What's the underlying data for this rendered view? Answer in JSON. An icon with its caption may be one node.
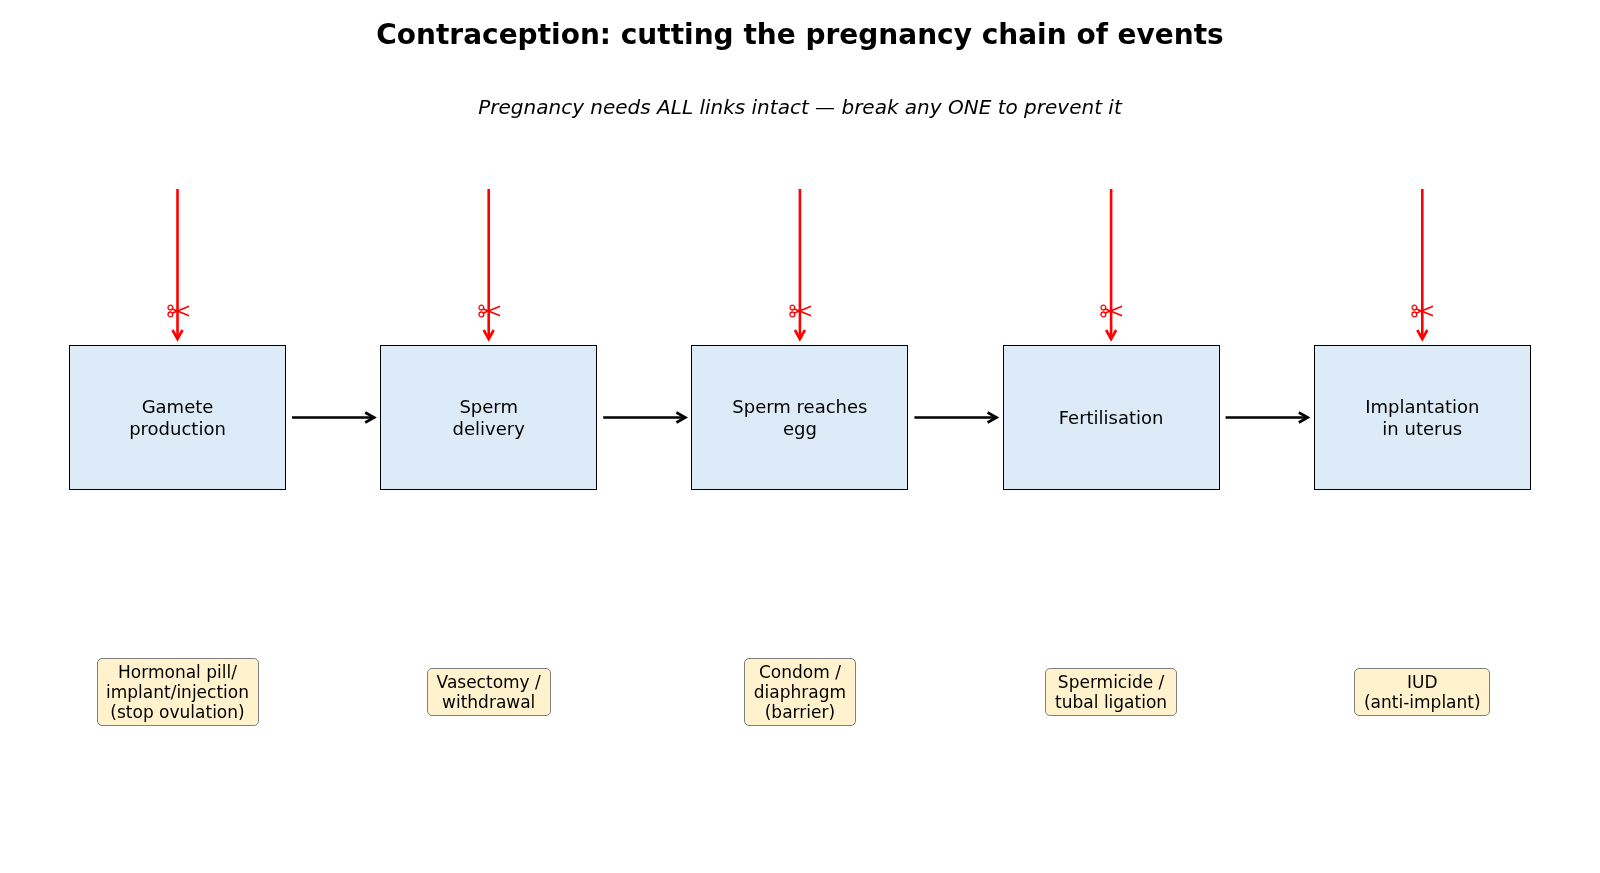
{
  "diagram": {
    "title": "Contraception: cutting the pregnancy chain of events",
    "nodes": [
      {
        "text": [
          "Gamete production"
        ]
      },
      {
        "text": [
          "Sperm delivery"
        ]
      },
      {
        "text": [
          "Sperm reaches egg"
        ]
      },
      {
        "text": [
          "Fertilisation"
        ]
      },
      {
        "text": [
          "Implantation in uterus"
        ]
      },
      {
        "text": [
          "Hormonal pill/ implant/injection (stop ovulation)"
        ]
      },
      {
        "text": [
          "Vasectomy / withdrawal"
        ]
      },
      {
        "text": [
          "Condom / diaphragm (barrier)"
        ]
      },
      {
        "text": [
          "Spermicide / tubal ligation"
        ]
      },
      {
        "text": [
          "IUD (anti-implant)"
        ]
      }
    ],
    "edges": [
      {
        "from": 0,
        "to": 1,
        "arrow": "to",
        "color": "#000000"
      },
      {
        "from": 1,
        "to": 2,
        "arrow": "to",
        "color": "#000000"
      },
      {
        "from": 2,
        "to": 3,
        "arrow": "to",
        "color": "#000000"
      },
      {
        "from": 3,
        "to": 4,
        "arrow": "to",
        "color": "#000000"
      },
      {
        "from": null,
        "to": 0,
        "arrow": "to"
      },
      {
        "from": null,
        "to": 1,
        "arrow": "to"
      },
      {
        "from": null,
        "to": 2,
        "arrow": "to"
      },
      {
        "from": null,
        "to": 3,
        "arrow": "to"
      },
      {
        "from": null,
        "to": 4,
        "arrow": "to"
      }
    ],
    "labels": [
      "Pregnancy needs ALL links intact — break any ONE to prevent it"
    ]
  }
}
